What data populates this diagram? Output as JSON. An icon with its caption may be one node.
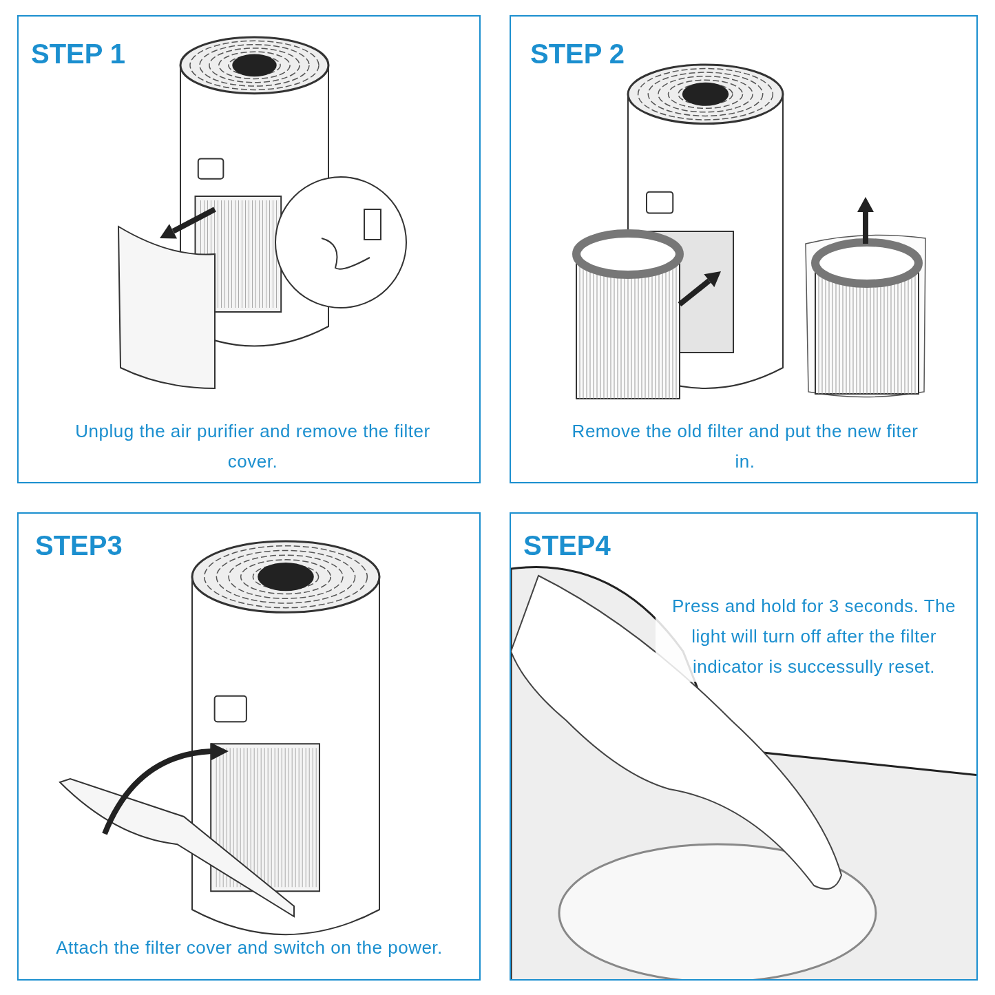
{
  "diagram": {
    "nodes": [
      {
        "text": [
          "STEP 1",
          "Unplug the air purifier and remove the filter cover."
        ]
      },
      {
        "text": [
          "STEP 2",
          "Remove the old filter and put the new fiter in."
        ]
      },
      {
        "text": [
          "STEP3",
          "Attach the filter cover and switch on the power."
        ]
      },
      {
        "text": [
          "STEP4",
          "Press and hold for 3 seconds. The light will turn off after the filter indicator is successully reset."
        ]
      }
    ]
  }
}
